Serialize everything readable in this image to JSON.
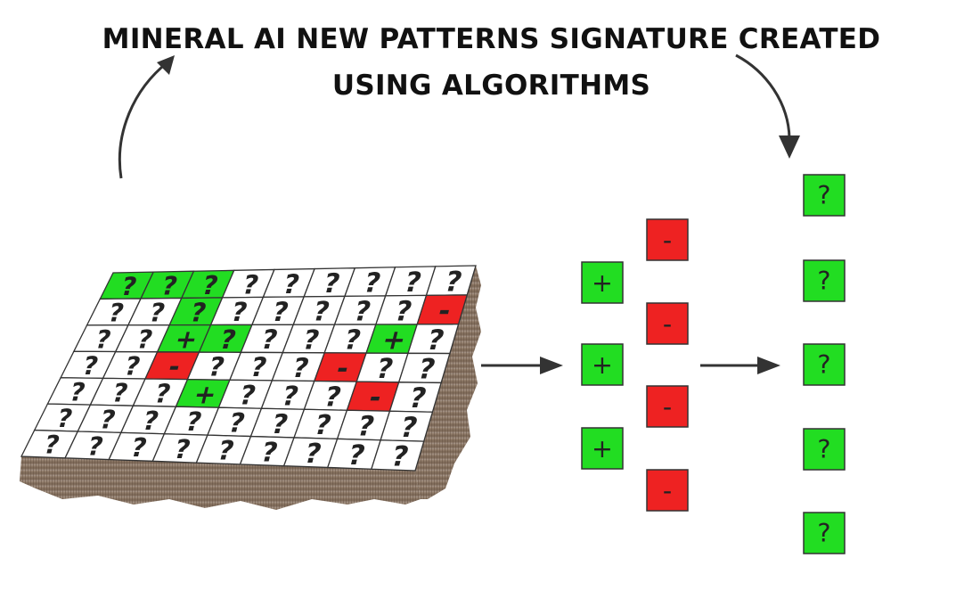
{
  "title": {
    "line1": "MINERAL AI NEW PATTERNS SIGNATURE CREATED",
    "line2": "USING ALGORITHMS"
  },
  "colors": {
    "positive": "#22dd22",
    "negative": "#ee2222",
    "unknown": "#ffffff",
    "cell_border": "#333333",
    "arrow": "#333333",
    "soil": "#8a7664"
  },
  "symbols": {
    "unknown": "?",
    "positive": "+",
    "negative": "-"
  },
  "grid": {
    "rows": [
      [
        "q-green",
        "q-green",
        "q-green",
        "q",
        "q",
        "q",
        "q",
        "q",
        "q"
      ],
      [
        "q",
        "q",
        "q-green",
        "q",
        "q",
        "q",
        "q",
        "q",
        "neg"
      ],
      [
        "q",
        "q",
        "pos",
        "q-green",
        "q",
        "q",
        "q",
        "pos",
        "q"
      ],
      [
        "q",
        "q",
        "neg",
        "q",
        "q",
        "q",
        "neg",
        "q",
        "q"
      ],
      [
        "q",
        "q",
        "q",
        "pos",
        "q",
        "q",
        "q",
        "neg",
        "q"
      ],
      [
        "q",
        "q",
        "q",
        "q",
        "q",
        "q",
        "q",
        "q",
        "q"
      ],
      [
        "q",
        "q",
        "q",
        "q",
        "q",
        "q",
        "q",
        "q",
        "q"
      ]
    ]
  },
  "plus_boxes": [
    "+",
    "+",
    "+"
  ],
  "minus_boxes": [
    "-",
    "-",
    "-",
    "-"
  ],
  "result_boxes": [
    "?",
    "?",
    "?",
    "?",
    "?"
  ]
}
